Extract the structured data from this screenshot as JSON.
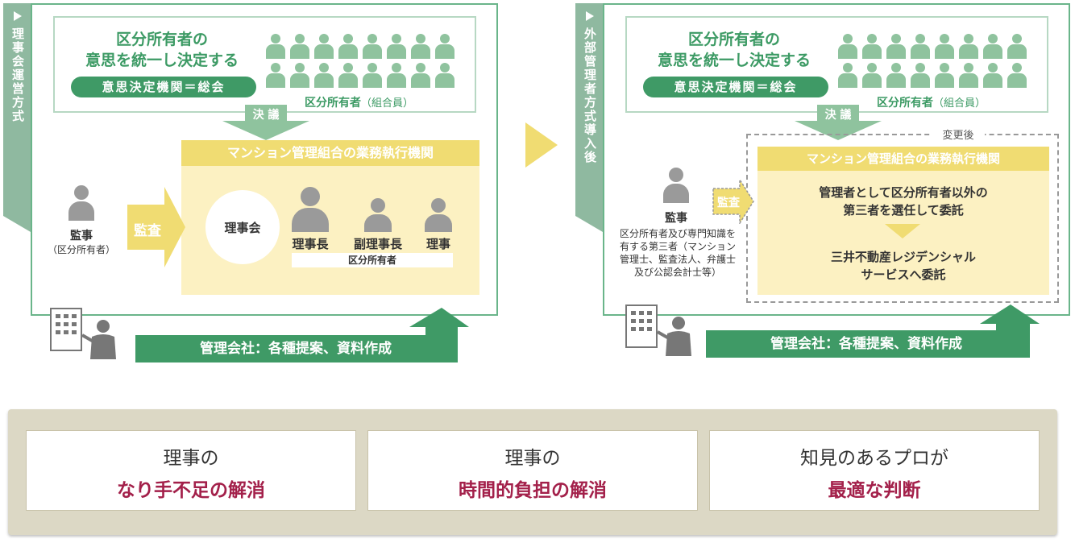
{
  "left": {
    "tab_label": "理事会運営方式",
    "owners_heading_1": "区分所有者の",
    "owners_heading_2": "意思を統一し決定する",
    "decision_pill": "意思決定機関＝総会",
    "owners_label": "区分所有者",
    "owners_sub": "（組合員）",
    "resolution": "決 議",
    "exec_head": "マンション管理組合の業務執行機関",
    "auditor_label": "監事",
    "auditor_sub": "（区分所有者）",
    "audit_arrow": "監査",
    "board": "理事会",
    "chairman": "理事長",
    "vice": "副理事長",
    "director": "理事",
    "members_bar": "区分所有者",
    "mgmt_bar": "管理会社：各種提案、資料作成"
  },
  "right": {
    "tab_label": "外部管理者方式導入後",
    "owners_heading_1": "区分所有者の",
    "owners_heading_2": "意思を統一し決定する",
    "decision_pill": "意思決定機関＝総会",
    "owners_label": "区分所有者",
    "owners_sub": "（組合員）",
    "resolution": "決 議",
    "changed": "変更後",
    "exec_head": "マンション管理組合の業務執行機関",
    "exec_text_1": "管理者として区分所有者以外の",
    "exec_text_2": "第三者を選任して委託",
    "exec_text_3": "三井不動産レジデンシャル",
    "exec_text_4": "サービスへ委託",
    "auditor_label": "監事",
    "auditor_desc_1": "区分所有者及び専門知識を",
    "auditor_desc_2": "有する第三者（マンション",
    "auditor_desc_3": "管理士、監査法人、弁護士",
    "auditor_desc_4": "及び公認会計士等）",
    "audit_arrow": "監査",
    "mgmt_bar": "管理会社：各種提案、資料作成"
  },
  "benefits": [
    {
      "line1": "理事の",
      "line2": "なり手不足の解消"
    },
    {
      "line1": "理事の",
      "line2": "時間的負担の解消"
    },
    {
      "line1": "知見のあるプロが",
      "line2": "最適な判断"
    }
  ],
  "colors": {
    "green": "#3f9a66",
    "light_green": "#8fc39e",
    "yellow": "#f0dc72",
    "accent_red": "#a3204a"
  },
  "icons": [
    "person-icon",
    "building-icon",
    "presenter-icon",
    "arrow-right-icon"
  ]
}
